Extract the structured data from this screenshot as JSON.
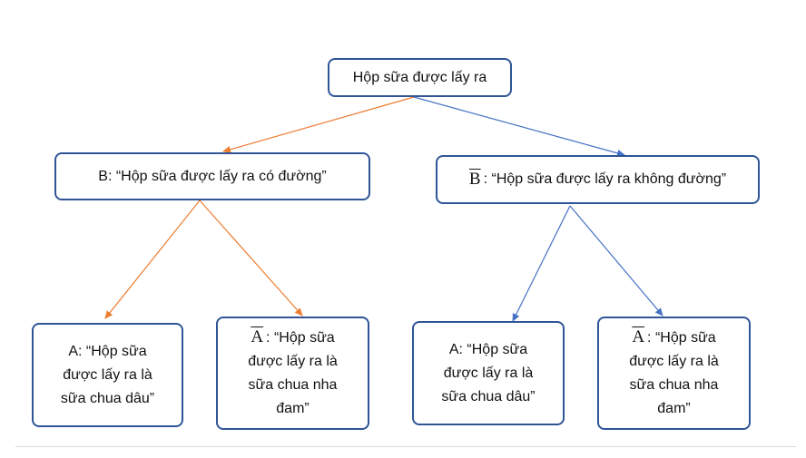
{
  "colors": {
    "border": "#2f5597",
    "orange_edge": "#ed7d31",
    "blue_edge": "#4472c4"
  },
  "tree": {
    "root": {
      "label": "Hộp sữa được lấy ra"
    },
    "left": {
      "label": "B: “Hộp sữa được lấy ra có đường”",
      "children": [
        {
          "lines": [
            "A: “Hộp sữa",
            "được lấy ra là",
            "sữa chua dâu”"
          ]
        },
        {
          "symbol": "A",
          "lines": [
            ": “Hộp sữa",
            "được lấy ra là",
            "sữa chua nha",
            "đam”"
          ]
        }
      ]
    },
    "right": {
      "symbol": "B",
      "label": ": “Hộp sữa được lấy ra không đường”",
      "children": [
        {
          "lines": [
            "A: “Hộp sữa",
            "được lấy ra là",
            "sữa chua dâu”"
          ]
        },
        {
          "symbol": "A",
          "lines": [
            ": “Hộp sữa",
            "được lấy ra là",
            "sữa chua nha",
            "đam”"
          ]
        }
      ]
    }
  }
}
